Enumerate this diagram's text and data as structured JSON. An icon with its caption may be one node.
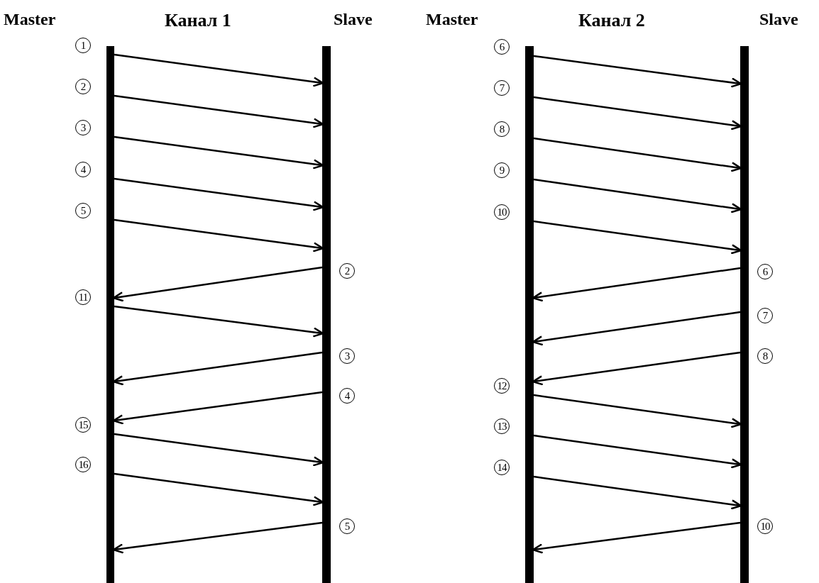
{
  "diagram": {
    "nodes": [
      {
        "text": [
          "Master"
        ]
      },
      {
        "text": [
          "Slave"
        ]
      },
      {
        "text": [
          "Master"
        ]
      },
      {
        "text": [
          "Slave"
        ]
      }
    ],
    "edges": [
      {
        "from": 0,
        "to": 1,
        "arrow": "to",
        "label": "1"
      },
      {
        "from": 0,
        "to": 1,
        "arrow": "to",
        "label": "2"
      },
      {
        "from": 0,
        "to": 1,
        "arrow": "to",
        "label": "3"
      },
      {
        "from": 0,
        "to": 1,
        "arrow": "to",
        "label": "4"
      },
      {
        "from": 0,
        "to": 1,
        "arrow": "to",
        "label": "5"
      },
      {
        "from": 1,
        "to": 0,
        "arrow": "to",
        "label": "2"
      },
      {
        "from": 0,
        "to": 1,
        "arrow": "to",
        "label": "11"
      },
      {
        "from": 1,
        "to": 0,
        "arrow": "to",
        "label": "3"
      },
      {
        "from": 1,
        "to": 0,
        "arrow": "to",
        "label": "4"
      },
      {
        "from": 0,
        "to": 1,
        "arrow": "to",
        "label": "15"
      },
      {
        "from": 0,
        "to": 1,
        "arrow": "to",
        "label": "16"
      },
      {
        "from": 1,
        "to": 0,
        "arrow": "to",
        "label": "5"
      },
      {
        "from": 2,
        "to": 3,
        "arrow": "to",
        "label": "6"
      },
      {
        "from": 2,
        "to": 3,
        "arrow": "to",
        "label": "7"
      },
      {
        "from": 2,
        "to": 3,
        "arrow": "to",
        "label": "8"
      },
      {
        "from": 2,
        "to": 3,
        "arrow": "to",
        "label": "9"
      },
      {
        "from": 2,
        "to": 3,
        "arrow": "to",
        "label": "10"
      },
      {
        "from": 3,
        "to": 2,
        "arrow": "to",
        "label": "6"
      },
      {
        "from": 3,
        "to": 2,
        "arrow": "to",
        "label": "7"
      },
      {
        "from": 3,
        "to": 2,
        "arrow": "to",
        "label": "8"
      },
      {
        "from": 2,
        "to": 3,
        "arrow": "to",
        "label": "12"
      },
      {
        "from": 2,
        "to": 3,
        "arrow": "to",
        "label": "13"
      },
      {
        "from": 2,
        "to": 3,
        "arrow": "to",
        "label": "14"
      },
      {
        "from": 3,
        "to": 2,
        "arrow": "to",
        "label": "10"
      }
    ],
    "labels": [
      "Канал 1",
      "Канал 2"
    ]
  }
}
